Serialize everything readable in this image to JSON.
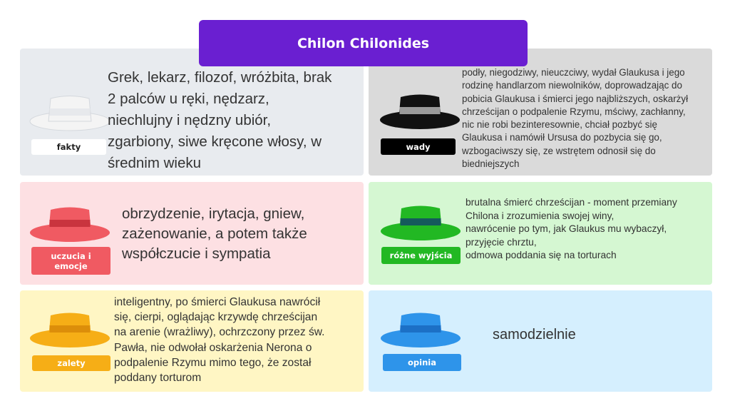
{
  "title": "Chilon Chilonides",
  "colors": {
    "title_bg": "#6a1fd1",
    "white_panel": "#e8ebef",
    "black_panel": "#dadada",
    "red_panel": "#fde0e3",
    "green_panel": "#d5f7d2",
    "yellow_panel": "#fff6c4",
    "blue_panel": "#d5effe",
    "white_hat": "#f4f4f4",
    "black_hat": "#111111",
    "red_hat": "#f05a62",
    "green_hat": "#22b823",
    "yellow_hat": "#f6ae16",
    "blue_hat": "#2e94ea"
  },
  "hats": {
    "white": {
      "icon": "white-hat-icon",
      "label": "fakty",
      "text": "Grek, lekarz, filozof, wróżbita, brak\n2 palców u ręki, nędzarz,\nniechlujny i nędzny ubiór,\nzgarbiony, siwe kręcone włosy, w\nśrednim wieku"
    },
    "black": {
      "icon": "black-hat-icon",
      "label": "wady",
      "text": "podły, niegodziwy, nieuczciwy, wydał Glaukusa i jego\nrodzinę handlarzom niewolników, doprowadzając do\npobicia Glaukusa i śmierci jego najbliższych, oskarżył\nchrześcijan o podpalenie Rzymu, mściwy, zachłanny,\nnic nie robi bezinteresownie, chciał pozbyć się\nGlaukusa i namówił Ursusa do pozbycia się go,\nwzbogaciwszy się, ze wstrętem odnosił się do\nbiedniejszych"
    },
    "red": {
      "icon": "red-hat-icon",
      "label": "uczucia i emocje",
      "text": "obrzydzenie, irytacja, gniew,\nzażenowanie, a potem także\nwspółczucie i sympatia"
    },
    "green": {
      "icon": "green-hat-icon",
      "label": "różne wyjścia",
      "text": "brutalna śmierć chrześcijan - moment przemiany\nChilona i zrozumienia swojej winy,\nnawrócenie po tym, jak Glaukus mu wybaczył,\nprzyjęcie chrztu,\nodmowa poddania się na torturach"
    },
    "yellow": {
      "icon": "yellow-hat-icon",
      "label": "zalety",
      "text": "inteligentny, po śmierci Glaukusa nawrócił\nsię, cierpi, oglądając krzywdę chrześcijan\nna arenie (wrażliwy), ochrzczony przez św.\nPawła, nie odwołał oskarżenia Nerona o\npodpalenie Rzymu mimo tego, że został\npoddany torturom"
    },
    "blue": {
      "icon": "blue-hat-icon",
      "label": "opinia",
      "text": "samodzielnie"
    }
  }
}
